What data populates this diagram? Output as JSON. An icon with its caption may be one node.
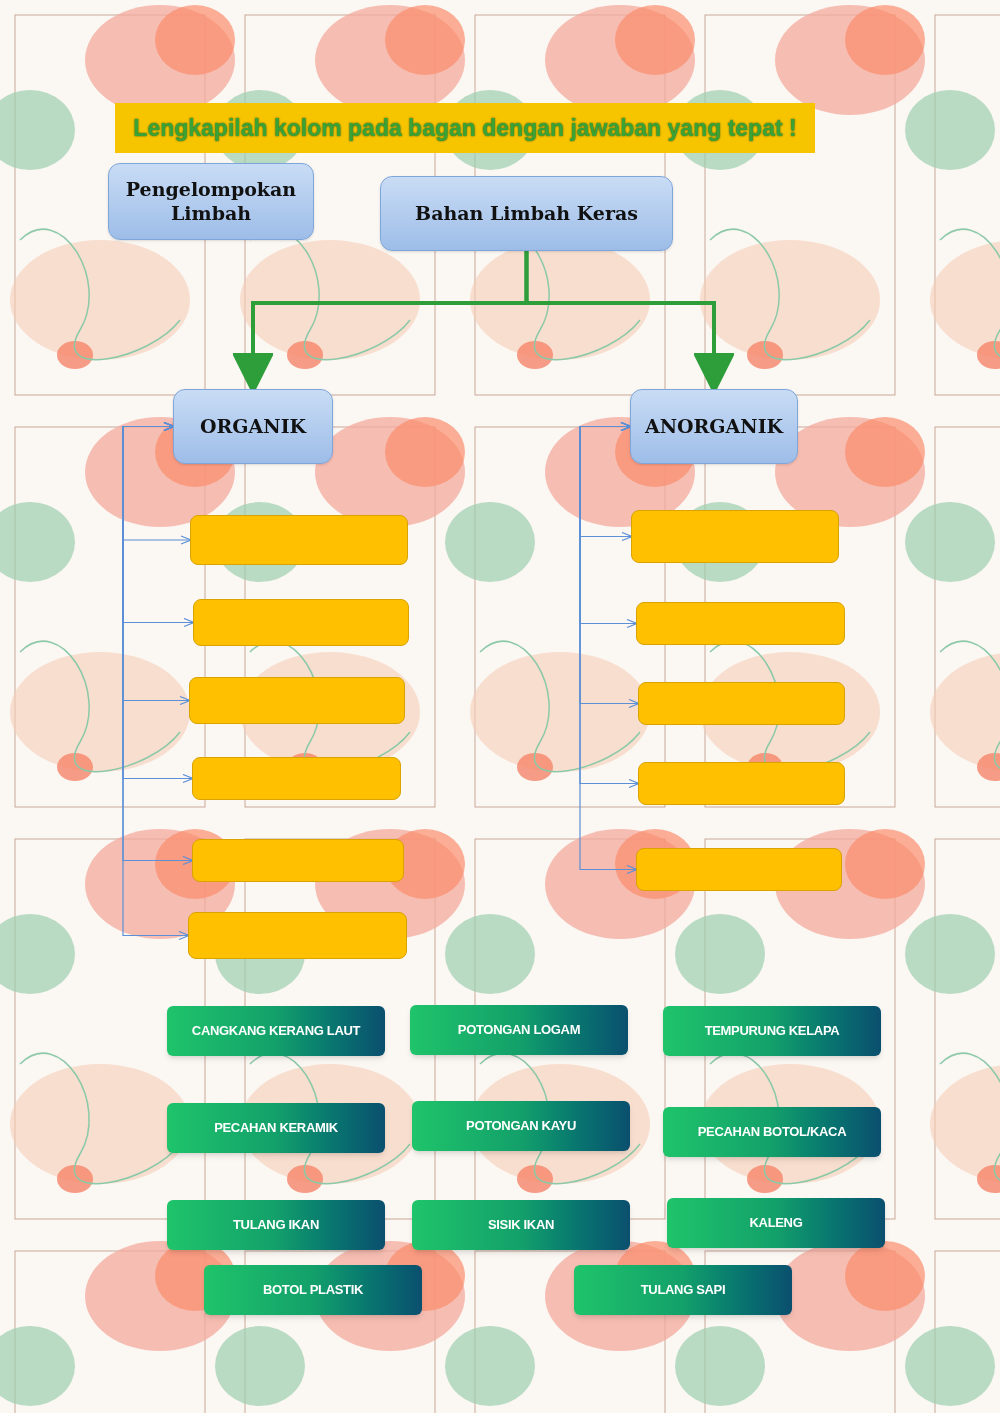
{
  "diagram": {
    "title": "Lengkapilah kolom pada bagan dengan jawaban yang tepat !",
    "nodes": [
      {
        "text": [
          "Pengelompokan Limbah"
        ]
      },
      {
        "text": [
          "Bahan Limbah Keras"
        ]
      },
      {
        "text": [
          "ORGANIK"
        ]
      },
      {
        "text": [
          "ANORGANIK"
        ]
      },
      {
        "text": [],
        "shape": "box"
      },
      {
        "text": [],
        "shape": "box"
      },
      {
        "text": [],
        "shape": "box"
      },
      {
        "text": [],
        "shape": "box"
      },
      {
        "text": [],
        "shape": "box"
      },
      {
        "text": [],
        "shape": "box"
      },
      {
        "text": [],
        "shape": "box"
      },
      {
        "text": [],
        "shape": "box"
      },
      {
        "text": [],
        "shape": "box"
      },
      {
        "text": [],
        "shape": "box"
      },
      {
        "text": [],
        "shape": "box"
      },
      {
        "text": [
          "CANGKANG KERANG LAUT"
        ]
      },
      {
        "text": [
          "POTONGAN LOGAM"
        ]
      },
      {
        "text": [
          "TEMPURUNG KELAPA"
        ]
      },
      {
        "text": [
          "PECAHAN KERAMIK"
        ]
      },
      {
        "text": [
          "POTONGAN KAYU"
        ]
      },
      {
        "text": [
          "PECAHAN BOTOL/KACA"
        ]
      },
      {
        "text": [
          "TULANG IKAN"
        ]
      },
      {
        "text": [
          "SISIK IKAN"
        ]
      },
      {
        "text": [
          "KALENG"
        ]
      },
      {
        "text": [
          "BOTOL PLASTIK"
        ]
      },
      {
        "text": [
          "TULANG SAPI"
        ]
      }
    ],
    "edges": [
      {
        "from": 1,
        "to": 2,
        "arrow": "to",
        "style": "thick",
        "color": "#2e9e3a"
      },
      {
        "from": 1,
        "to": 3,
        "arrow": "to",
        "style": "thick",
        "color": "#2e9e3a"
      },
      {
        "from": 2,
        "to": 4,
        "arrow": "both"
      },
      {
        "from": 2,
        "to": 5,
        "arrow": "both"
      },
      {
        "from": 2,
        "to": 6,
        "arrow": "both"
      },
      {
        "from": 2,
        "to": 7,
        "arrow": "both"
      },
      {
        "from": 2,
        "to": 8,
        "arrow": "both"
      },
      {
        "from": 2,
        "to": 9,
        "arrow": "both"
      },
      {
        "from": 3,
        "to": 10,
        "arrow": "both"
      },
      {
        "from": 3,
        "to": 11,
        "arrow": "both"
      },
      {
        "from": 3,
        "to": 12,
        "arrow": "both"
      },
      {
        "from": 3,
        "to": 13,
        "arrow": "both"
      },
      {
        "from": 3,
        "to": 14,
        "arrow": "both"
      }
    ]
  }
}
